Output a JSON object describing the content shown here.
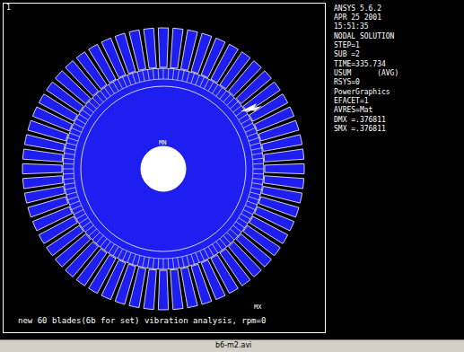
{
  "diagram": {
    "labels": [
      "1",
      "ANSYS 5.6.2",
      "APR 25 2001",
      "15:51:35",
      "NODAL SOLUTION",
      "STEP=1",
      "SUB =2",
      "TIME=335.734",
      "USUM      (AVG)",
      "RSYS=0",
      "PowerGraphics",
      "EFACET=1",
      "AVRES=Mat",
      "DMX =.376811",
      "SMX =.376811",
      "MN",
      "MX",
      "new 60 blades(6b for set) vibration analysis, rpm=0",
      "b6-m2.avi"
    ]
  }
}
